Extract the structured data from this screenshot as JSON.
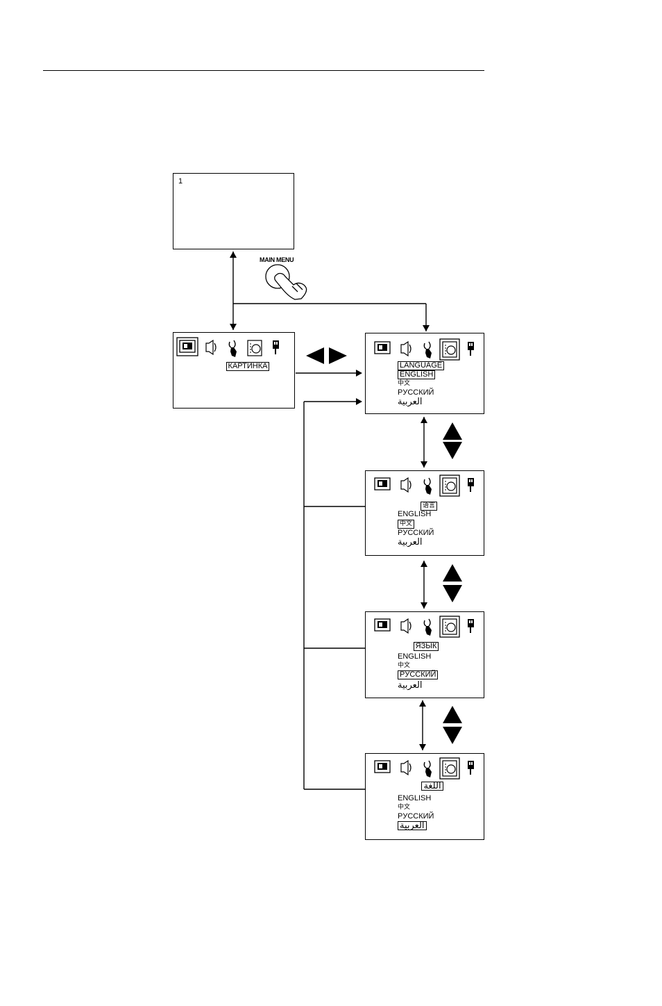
{
  "button": {
    "label": "MAIN MENU"
  },
  "tv_screen": {
    "channel": "1"
  },
  "picture_menu": {
    "selected": "КАРТИНКА"
  },
  "language_menus": [
    {
      "title": "LANGUAGE",
      "options": [
        "ENGLISH",
        "中文",
        "PУССКИЙ",
        "العربية"
      ],
      "selected_index": 0
    },
    {
      "title": "语言",
      "options": [
        "ENGLISH",
        "中文",
        "PУССКИЙ",
        "العربية"
      ],
      "selected_index": 1
    },
    {
      "title": "ЯЗЫК",
      "options": [
        "ENGLISH",
        "中文",
        "PУССКИЙ",
        "العربية"
      ],
      "selected_index": 2
    },
    {
      "title": "اللغة",
      "options": [
        "ENGLISH",
        "中文",
        "PУССКИЙ",
        "العربية"
      ],
      "selected_index": 3
    }
  ],
  "icons": [
    "picture-icon",
    "sound-icon",
    "function-icon",
    "language-icon",
    "power-plug-icon"
  ]
}
